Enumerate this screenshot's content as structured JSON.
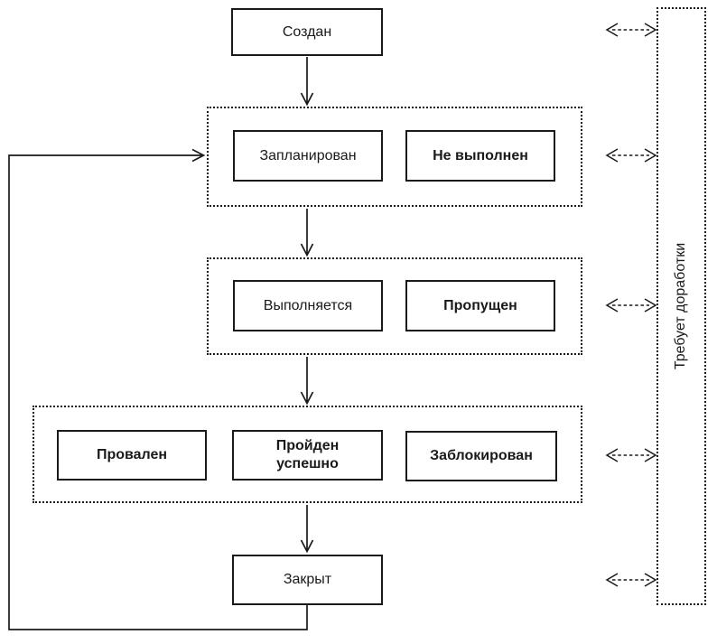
{
  "diagram": {
    "language": "ru",
    "nodes": {
      "created": "Создан",
      "planned": "Запланирован",
      "not_executed": "Не выполнен",
      "in_progress": "Выполняется",
      "skipped": "Пропущен",
      "failed": "Провален",
      "passed": "Пройден успешно",
      "blocked": "Заблокирован",
      "closed": "Закрыт",
      "rework": "Требует доработки"
    },
    "groups": [
      {
        "name": "planned-group",
        "members": [
          "planned",
          "not_executed"
        ]
      },
      {
        "name": "executing-group",
        "members": [
          "in_progress",
          "skipped"
        ]
      },
      {
        "name": "result-group",
        "members": [
          "failed",
          "passed",
          "blocked"
        ]
      }
    ],
    "edges": [
      {
        "from": "created",
        "to": "planned-group",
        "style": "solid-arrow"
      },
      {
        "from": "planned-group",
        "to": "executing-group",
        "style": "solid-arrow"
      },
      {
        "from": "executing-group",
        "to": "result-group",
        "style": "solid-arrow"
      },
      {
        "from": "result-group",
        "to": "closed",
        "style": "solid-arrow"
      },
      {
        "from": "closed",
        "to": "planned-group",
        "style": "solid-arrow-loop-left"
      },
      {
        "from": "rework",
        "to": "created",
        "style": "dashed-double-arrow"
      },
      {
        "from": "rework",
        "to": "planned-group",
        "style": "dashed-double-arrow"
      },
      {
        "from": "rework",
        "to": "executing-group",
        "style": "dashed-double-arrow"
      },
      {
        "from": "rework",
        "to": "result-group",
        "style": "dashed-double-arrow"
      },
      {
        "from": "rework",
        "to": "closed",
        "style": "dashed-double-arrow"
      }
    ],
    "colors": {
      "line": "#1a1a1a",
      "background": "#ffffff"
    }
  }
}
